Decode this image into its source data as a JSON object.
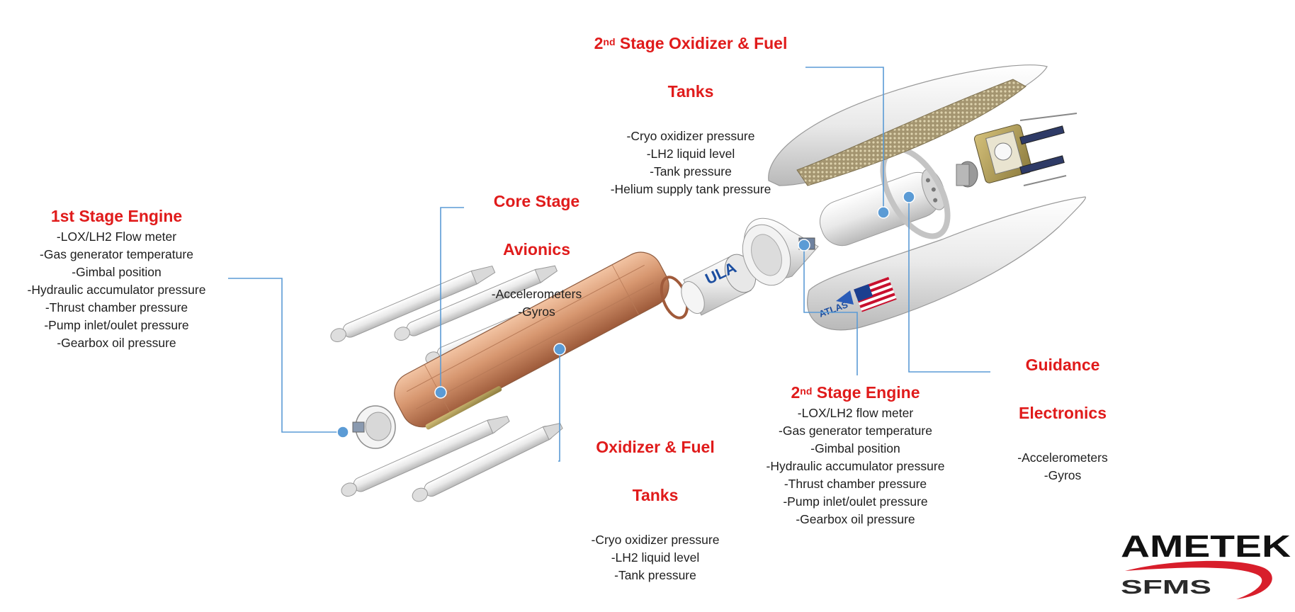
{
  "colors": {
    "title": "#e01b1b",
    "leader": "#5b9bd5",
    "text": "#1e1e1e"
  },
  "callouts": {
    "first_stage_engine": {
      "title": "1st Stage Engine",
      "items": [
        "-LOX/LH2 Flow meter",
        "-Gas generator temperature",
        "-Gimbal position",
        "-Hydraulic accumulator pressure",
        "-Thrust chamber pressure",
        "-Pump inlet/oulet pressure",
        "-Gearbox oil pressure"
      ]
    },
    "core_stage_avionics": {
      "title_line1": "Core Stage",
      "title_line2": "Avionics",
      "items": [
        "-Accelerometers",
        "-Gyros"
      ]
    },
    "second_stage_tanks": {
      "ordinal": "2",
      "ordinal_suffix": "nd",
      "title_rest": " Stage Oxidizer & Fuel",
      "title_line2": "Tanks",
      "items": [
        "-Cryo oxidizer pressure",
        "-LH2 liquid level",
        "-Tank pressure",
        "-Helium supply tank pressure"
      ]
    },
    "oxidizer_fuel_tanks": {
      "title_line1": "Oxidizer & Fuel",
      "title_line2": "Tanks",
      "items": [
        "-Cryo oxidizer pressure",
        "-LH2 liquid level",
        "-Tank pressure"
      ]
    },
    "second_stage_engine": {
      "ordinal": "2",
      "ordinal_suffix": "nd",
      "title_rest": " Stage Engine",
      "items": [
        "-LOX/LH2 flow meter",
        "-Gas generator temperature",
        "-Gimbal position",
        "-Hydraulic accumulator pressure",
        "-Thrust chamber pressure",
        "-Pump inlet/oulet pressure",
        "-Gearbox oil pressure"
      ]
    },
    "guidance_electronics": {
      "title_line1": "Guidance",
      "title_line2": "Electronics",
      "items": [
        "-Accelerometers",
        "-Gyros"
      ]
    }
  },
  "logo": {
    "brand": "AMETEK",
    "sub": "SFMS"
  },
  "vehicle_markings": {
    "core": "ULA",
    "fairing": "ATLAS"
  },
  "icons": {
    "leader_endpoint": "dot-marker-icon",
    "flag": "us-flag-icon"
  }
}
